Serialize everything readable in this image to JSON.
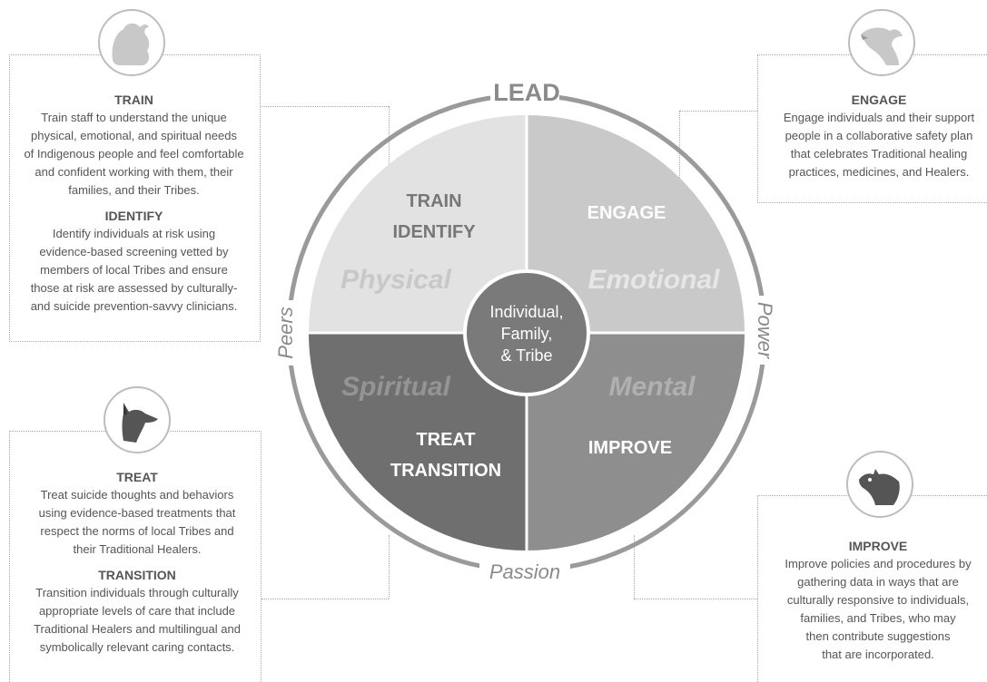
{
  "wheel": {
    "outer_top": "LEAD",
    "outer_left": "Peers",
    "outer_right": "Power",
    "outer_bottom": "Passion",
    "center_line1": "Individual,",
    "center_line2": "Family,",
    "center_line3": "& Tribe",
    "quadrants": {
      "top_left": {
        "label": "Physical",
        "actions": [
          "TRAIN",
          "IDENTIFY"
        ]
      },
      "top_right": {
        "label": "Emotional",
        "actions": [
          "ENGAGE"
        ]
      },
      "bottom_left": {
        "label": "Spiritual",
        "actions": [
          "TREAT",
          "TRANSITION"
        ]
      },
      "bottom_right": {
        "label": "Mental",
        "actions": [
          "IMPROVE"
        ]
      }
    },
    "colors": {
      "top_left": "#e2e2e2",
      "top_right": "#c9c9c9",
      "bottom_left": "#6f6f6f",
      "bottom_right": "#8e8e8e",
      "center": "#7a7a7a",
      "ring": "#9a9a9a"
    }
  },
  "panels": {
    "train": {
      "heading": "TRAIN",
      "body": "Train staff to understand the unique\nphysical, emotional, and spiritual needs\nof Indigenous people and feel comfortable\nand confident working with them, their\nfamilies, and their Tribes.",
      "icon": "bison-icon"
    },
    "identify": {
      "heading": "IDENTIFY",
      "body": "Identify individuals at risk using\nevidence-based screening vetted by\nmembers of local Tribes and ensure\nthose at risk are assessed by culturally-\nand suicide prevention-savvy clinicians."
    },
    "engage": {
      "heading": "ENGAGE",
      "body": "Engage individuals and their support\npeople in a collaborative safety plan\nthat celebrates Traditional healing\npractices, medicines, and Healers.",
      "icon": "eagle-icon"
    },
    "treat": {
      "heading": "TREAT",
      "body": "Treat suicide thoughts and behaviors\nusing evidence-based treatments that\nrespect the norms of local Tribes and\ntheir Traditional Healers.",
      "icon": "wolf-icon"
    },
    "transition": {
      "heading": "TRANSITION",
      "body": "Transition individuals through culturally\nappropriate levels of care that include\nTraditional Healers and multilingual and\nsymbolically relevant caring contacts."
    },
    "improve": {
      "heading": "IMPROVE",
      "body": "Improve policies and procedures by\ngathering data in ways that are\nculturally responsive to individuals,\nfamilies, and Tribes, who may\nthen contribute suggestions\nthat are incorporated.",
      "icon": "bear-icon"
    }
  }
}
